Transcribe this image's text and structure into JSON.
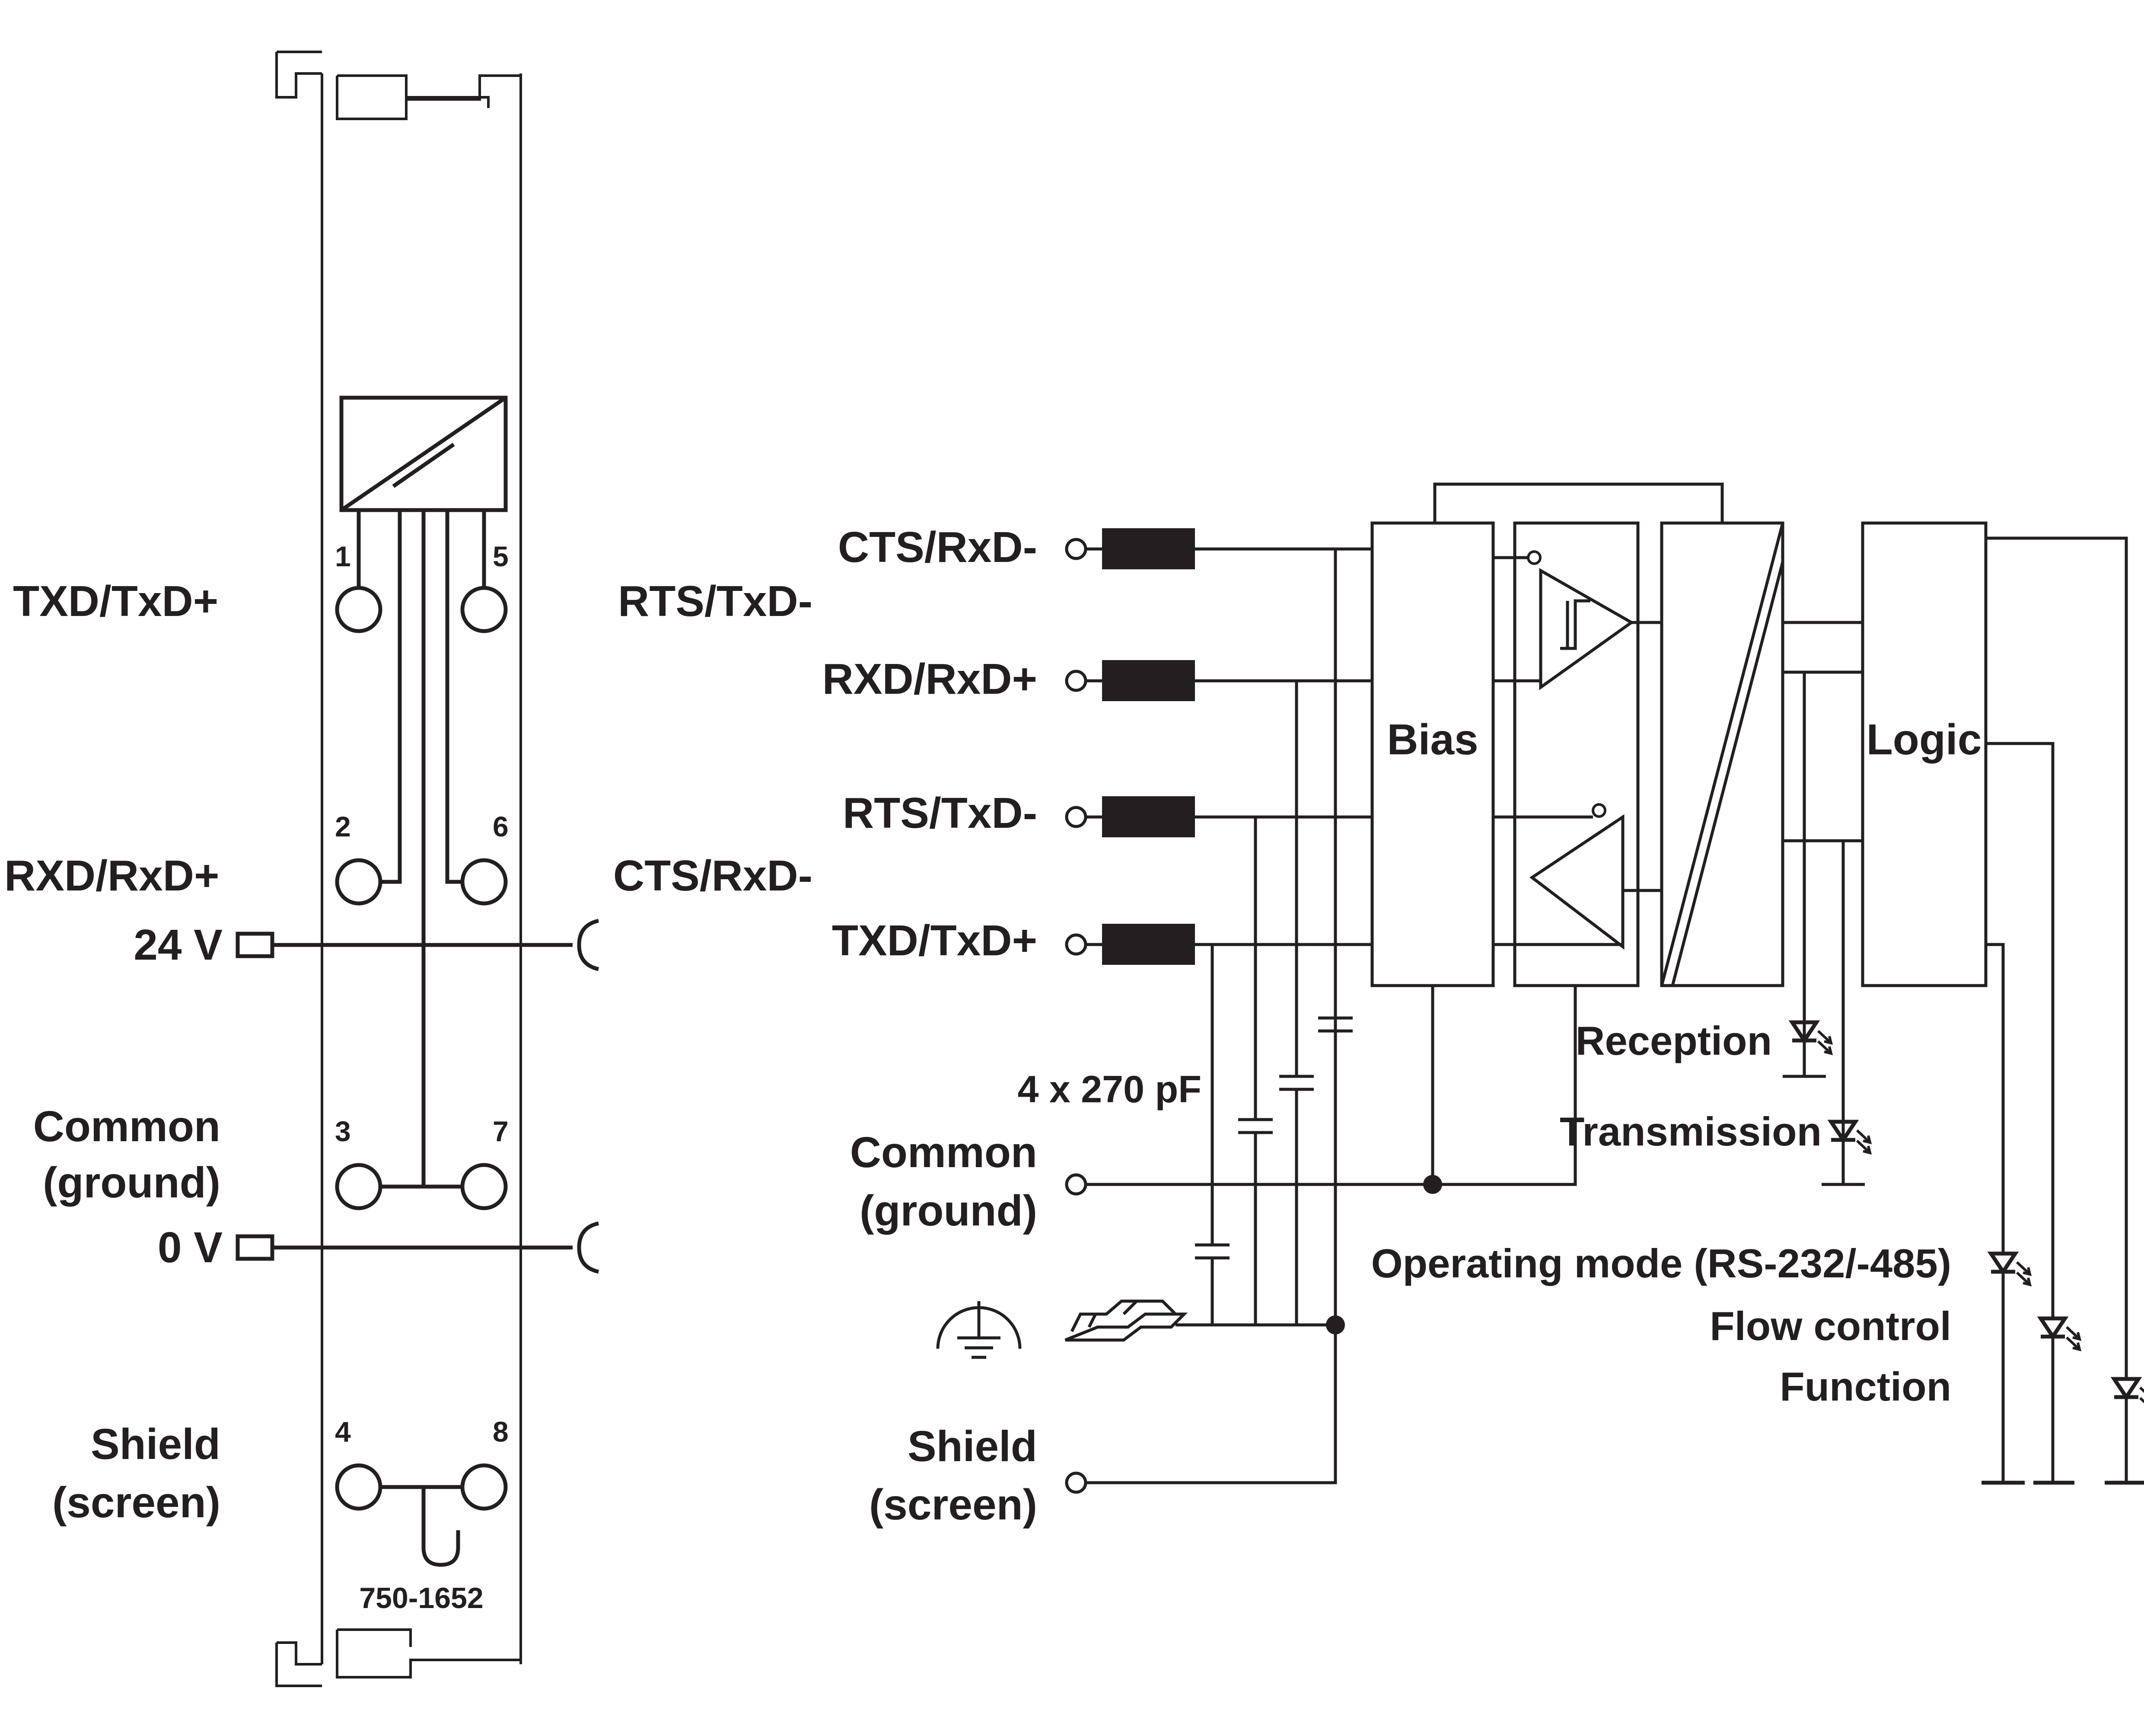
{
  "module": {
    "part_number": "750-1652",
    "left_labels": {
      "txd": "TXD/TxD+",
      "rxd": "RXD/RxD+",
      "v24": "24 V",
      "common_1": "Common",
      "common_2": "(ground)",
      "v0": "0 V",
      "shield_1": "Shield",
      "shield_2": "(screen)"
    },
    "mid_labels": {
      "rts": "RTS/TxD-",
      "cts": "CTS/RxD-"
    },
    "terminals": [
      "1",
      "2",
      "3",
      "4",
      "5",
      "6",
      "7",
      "8"
    ]
  },
  "schematic": {
    "inputs": [
      "CTS/RxD-",
      "RXD/RxD+",
      "RTS/TxD-",
      "TXD/TxD+"
    ],
    "capacitors": "4 x 270 pF",
    "common_1": "Common",
    "common_2": "(ground)",
    "shield_1": "Shield",
    "shield_2": "(screen)",
    "bias": "Bias",
    "logic": "Logic",
    "leds": {
      "reception": "Reception",
      "transmission": "Transmission",
      "operating_mode": "Operating mode (RS-232/-485)",
      "flow_control": "Flow control",
      "function": "Function"
    }
  },
  "colors": {
    "line": "#231f20",
    "background": "#ffffff"
  }
}
